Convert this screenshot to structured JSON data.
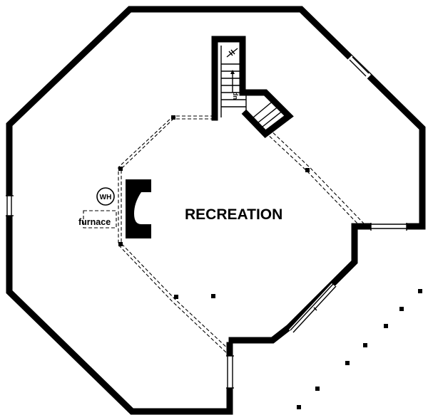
{
  "plan": {
    "room_label": "RECREATION",
    "water_heater_label": "WH",
    "furnace_label": "furnace",
    "stair_label": "up"
  }
}
